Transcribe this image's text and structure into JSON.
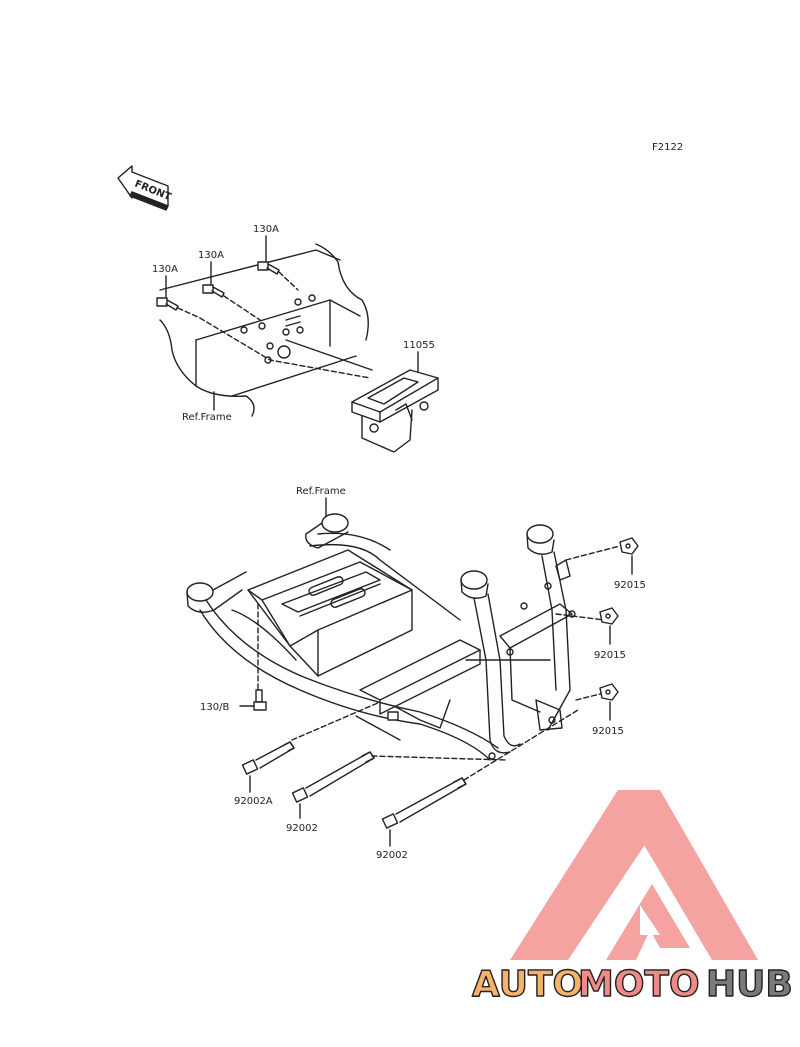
{
  "diagram": {
    "figure_code": "F2122",
    "front_label": "FRONT",
    "parts_top": {
      "bolt_1": "130A",
      "bolt_2": "130A",
      "bolt_3": "130A",
      "bracket": "11055",
      "frame_ref": "Ref.Frame"
    },
    "parts_bottom": {
      "frame_ref": "Ref.Frame",
      "bolt_small": "130/B",
      "bolt_long_a": "92002A",
      "bolt_long_b": "92002",
      "bolt_long_c": "92002",
      "nut_1": "92015",
      "nut_2": "92015",
      "nut_3": "92015"
    }
  },
  "watermark": {
    "part1": "AUTO",
    "part2": "MOTO",
    "part3": "HUB",
    "colors": {
      "orange": "#f5b26b",
      "pink": "#f08a86",
      "gray": "#7a7a7a"
    }
  }
}
